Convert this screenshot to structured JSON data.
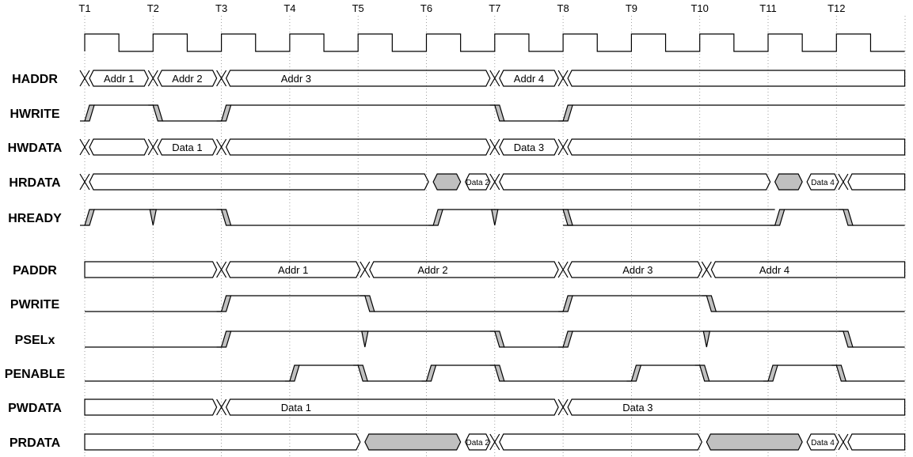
{
  "colors": {
    "line": "#000000",
    "shade": "#c0c0c0",
    "grid": "#888888"
  },
  "time_labels": [
    "T1",
    "T2",
    "T3",
    "T4",
    "T5",
    "T6",
    "T7",
    "T8",
    "T9",
    "T10",
    "T11",
    "T12"
  ],
  "signals": [
    {
      "name": "HADDR",
      "segments": [
        {
          "type": "x",
          "t": 1
        },
        {
          "type": "bus",
          "t0": 1,
          "t1": 2,
          "label": "Addr 1"
        },
        {
          "type": "x",
          "t": 2
        },
        {
          "type": "bus",
          "t0": 2,
          "t1": 3,
          "label": "Addr 2"
        },
        {
          "type": "x",
          "t": 3
        },
        {
          "type": "bus",
          "t0": 3,
          "t1": 7,
          "label": "Addr 3",
          "at": 4
        },
        {
          "type": "x",
          "t": 7
        },
        {
          "type": "bus",
          "t0": 7,
          "t1": 8,
          "label": "Addr 4"
        },
        {
          "type": "x",
          "t": 8
        },
        {
          "type": "bus",
          "t0": 8,
          "t1": 13,
          "label": ""
        }
      ]
    },
    {
      "name": "HWRITE",
      "segments": [
        {
          "type": "lvl",
          "t0": 1,
          "t1": 2,
          "v": "H",
          "edge": "rise"
        },
        {
          "type": "lvl",
          "t0": 2,
          "t1": 3,
          "v": "L",
          "edge": "fall"
        },
        {
          "type": "lvl",
          "t0": 3,
          "t1": 7,
          "v": "H",
          "edge": "rise"
        },
        {
          "type": "lvl",
          "t0": 7,
          "t1": 8,
          "v": "L",
          "edge": "fall"
        },
        {
          "type": "lvl",
          "t0": 8,
          "t1": 13,
          "v": "H",
          "edge": "rise"
        }
      ]
    },
    {
      "name": "HWDATA",
      "segments": [
        {
          "type": "x",
          "t": 1
        },
        {
          "type": "bus",
          "t0": 1,
          "t1": 2,
          "label": ""
        },
        {
          "type": "x",
          "t": 2
        },
        {
          "type": "bus",
          "t0": 2,
          "t1": 3,
          "label": "Data 1"
        },
        {
          "type": "x",
          "t": 3
        },
        {
          "type": "bus",
          "t0": 3,
          "t1": 7,
          "label": ""
        },
        {
          "type": "x",
          "t": 7
        },
        {
          "type": "bus",
          "t0": 7,
          "t1": 8,
          "label": "Data 3"
        },
        {
          "type": "x",
          "t": 8
        },
        {
          "type": "bus",
          "t0": 8,
          "t1": 13,
          "label": ""
        }
      ]
    },
    {
      "name": "HRDATA",
      "segments": [
        {
          "type": "x",
          "t": 1
        },
        {
          "type": "bus",
          "t0": 1,
          "t1": 6.1,
          "label": ""
        },
        {
          "type": "shade",
          "t0": 6.1,
          "t1": 6.5
        },
        {
          "type": "bus",
          "t0": 6.5,
          "t1": 7,
          "label": "Data 2",
          "small": true
        },
        {
          "type": "x",
          "t": 7
        },
        {
          "type": "bus",
          "t0": 7,
          "t1": 11.1,
          "label": ""
        },
        {
          "type": "shade",
          "t0": 11.1,
          "t1": 11.5
        },
        {
          "type": "bus",
          "t0": 11.5,
          "t1": 12.1,
          "label": "Data 4",
          "small": true
        },
        {
          "type": "x",
          "t": 12.1
        },
        {
          "type": "bus",
          "t0": 12.1,
          "t1": 13,
          "label": ""
        }
      ]
    },
    {
      "name": "HREADY",
      "segments": [
        {
          "type": "lvl",
          "t0": 1,
          "t1": 3,
          "v": "H",
          "edge": "rise"
        },
        {
          "type": "glitch",
          "t": 2
        },
        {
          "type": "lvl",
          "t0": 3,
          "t1": 6.1,
          "v": "L",
          "edge": "fall"
        },
        {
          "type": "lvl",
          "t0": 6.1,
          "t1": 11.1,
          "v": "H",
          "edge": "rise"
        },
        {
          "type": "glitch",
          "t": 7
        },
        {
          "type": "fallmark",
          "t": 8
        },
        {
          "type": "lvl",
          "t0": 8,
          "t1": 11.1,
          "v": "L",
          "edge": "none"
        },
        {
          "type": "lvl",
          "t0": 11.1,
          "t1": 12.1,
          "v": "H",
          "edge": "rise"
        },
        {
          "type": "lvl",
          "t0": 12.1,
          "t1": 13,
          "v": "L",
          "edge": "fall"
        }
      ]
    },
    {
      "name": "PADDR",
      "segments": [
        {
          "type": "bus",
          "t0": 1,
          "t1": 3,
          "label": ""
        },
        {
          "type": "x",
          "t": 3
        },
        {
          "type": "bus",
          "t0": 3,
          "t1": 5.1,
          "label": "Addr 1"
        },
        {
          "type": "x",
          "t": 5.1
        },
        {
          "type": "bus",
          "t0": 5.1,
          "t1": 8,
          "label": "Addr 2",
          "at": 6
        },
        {
          "type": "x",
          "t": 8
        },
        {
          "type": "bus",
          "t0": 8,
          "t1": 10.1,
          "label": "Addr 3",
          "at": 9
        },
        {
          "type": "x",
          "t": 10.1
        },
        {
          "type": "bus",
          "t0": 10.1,
          "t1": 13,
          "label": "Addr 4",
          "at": 11
        }
      ]
    },
    {
      "name": "PWRITE",
      "segments": [
        {
          "type": "lvl",
          "t0": 1,
          "t1": 3,
          "v": "L",
          "edge": "none"
        },
        {
          "type": "lvl",
          "t0": 3,
          "t1": 5.1,
          "v": "H",
          "edge": "rise"
        },
        {
          "type": "lvl",
          "t0": 5.1,
          "t1": 8,
          "v": "L",
          "edge": "fall"
        },
        {
          "type": "lvl",
          "t0": 8,
          "t1": 10.1,
          "v": "H",
          "edge": "rise"
        },
        {
          "type": "lvl",
          "t0": 10.1,
          "t1": 13,
          "v": "L",
          "edge": "fall"
        }
      ]
    },
    {
      "name": "PSELx",
      "segments": [
        {
          "type": "lvl",
          "t0": 1,
          "t1": 3,
          "v": "L",
          "edge": "none"
        },
        {
          "type": "lvl",
          "t0": 3,
          "t1": 7,
          "v": "H",
          "edge": "rise"
        },
        {
          "type": "glitch",
          "t": 5.1
        },
        {
          "type": "lvl",
          "t0": 7,
          "t1": 8,
          "v": "L",
          "edge": "fall"
        },
        {
          "type": "lvl",
          "t0": 8,
          "t1": 12.1,
          "v": "H",
          "edge": "rise"
        },
        {
          "type": "glitch",
          "t": 10.1
        },
        {
          "type": "lvl",
          "t0": 12.1,
          "t1": 13,
          "v": "L",
          "edge": "fall"
        }
      ]
    },
    {
      "name": "PENABLE",
      "segments": [
        {
          "type": "lvl",
          "t0": 1,
          "t1": 4,
          "v": "L",
          "edge": "none"
        },
        {
          "type": "lvl",
          "t0": 4,
          "t1": 5,
          "v": "H",
          "edge": "rise"
        },
        {
          "type": "lvl",
          "t0": 5,
          "t1": 6,
          "v": "L",
          "edge": "fall"
        },
        {
          "type": "lvl",
          "t0": 6,
          "t1": 7,
          "v": "H",
          "edge": "rise"
        },
        {
          "type": "lvl",
          "t0": 7,
          "t1": 9,
          "v": "L",
          "edge": "fall"
        },
        {
          "type": "lvl",
          "t0": 9,
          "t1": 10,
          "v": "H",
          "edge": "rise"
        },
        {
          "type": "lvl",
          "t0": 10,
          "t1": 11,
          "v": "L",
          "edge": "fall"
        },
        {
          "type": "lvl",
          "t0": 11,
          "t1": 12,
          "v": "H",
          "edge": "rise"
        },
        {
          "type": "lvl",
          "t0": 12,
          "t1": 13,
          "v": "L",
          "edge": "fall"
        }
      ]
    },
    {
      "name": "PWDATA",
      "segments": [
        {
          "type": "bus",
          "t0": 1,
          "t1": 3,
          "label": ""
        },
        {
          "type": "x",
          "t": 3
        },
        {
          "type": "bus",
          "t0": 3,
          "t1": 8,
          "label": "Data 1",
          "at": 4
        },
        {
          "type": "x",
          "t": 8
        },
        {
          "type": "bus",
          "t0": 8,
          "t1": 13,
          "label": "Data 3",
          "at": 9
        }
      ]
    },
    {
      "name": "PRDATA",
      "segments": [
        {
          "type": "bus",
          "t0": 1,
          "t1": 5.1,
          "label": ""
        },
        {
          "type": "shade",
          "t0": 5.1,
          "t1": 6.5
        },
        {
          "type": "bus",
          "t0": 6.5,
          "t1": 7,
          "label": "Data 2",
          "small": true
        },
        {
          "type": "x",
          "t": 7
        },
        {
          "type": "bus",
          "t0": 7,
          "t1": 10.1,
          "label": ""
        },
        {
          "type": "shade",
          "t0": 10.1,
          "t1": 11.5
        },
        {
          "type": "bus",
          "t0": 11.5,
          "t1": 12.1,
          "label": "Data 4",
          "small": true
        },
        {
          "type": "x",
          "t": 12.1
        },
        {
          "type": "bus",
          "t0": 12.1,
          "t1": 13,
          "label": ""
        }
      ]
    }
  ]
}
